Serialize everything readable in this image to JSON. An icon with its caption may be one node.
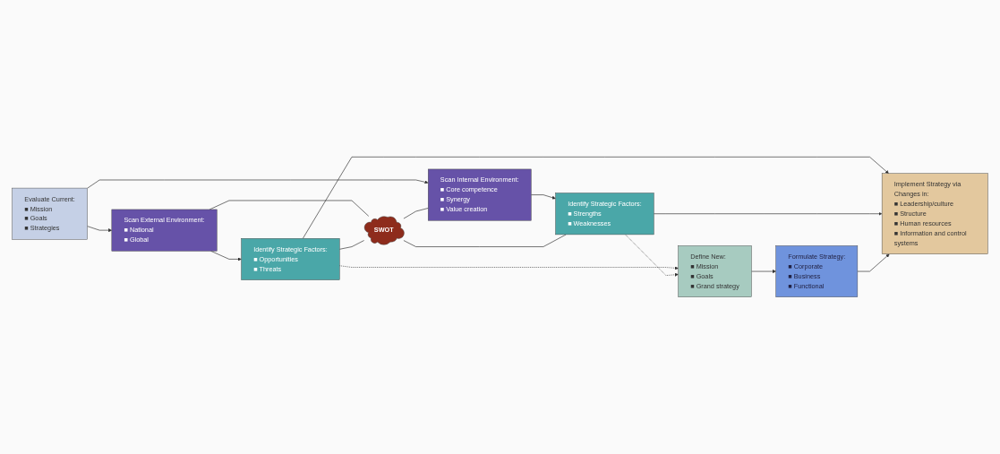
{
  "diagram": {
    "nodes": [
      {
        "text": [
          "Evaluate Current:",
          "■ Mission",
          "■ Goals",
          "■ Strategies"
        ]
      },
      {
        "text": [
          "Scan External Environment:",
          "■ National",
          "■ Global"
        ]
      },
      {
        "text": [
          "Identify Strategic Factors:",
          "■ Opportunities",
          "■ Threats"
        ]
      },
      {
        "text": [
          "SWOT"
        ]
      },
      {
        "text": [
          "Scan Internal Environment:",
          "■ Core competence",
          "■ Synergy",
          "■ Value creation"
        ]
      },
      {
        "text": [
          "Identify Strategic Factors:",
          "■ Strengths",
          "■ Weaknesses"
        ]
      },
      {
        "text": [
          "Define New:",
          "■ Mission",
          "■ Goals",
          "■ Grand strategy"
        ]
      },
      {
        "text": [
          "Formulate Strategy:",
          "■ Corporate",
          "■ Business",
          "■ Functional"
        ]
      },
      {
        "text": [
          "Implement Strategy via Changes in:",
          "■ Leadership/culture",
          "■ Structure",
          "■ Human resources",
          "■ Information and control systems"
        ]
      }
    ],
    "edges": [
      {
        "from": 0,
        "to": 1,
        "arrow": "to"
      },
      {
        "from": 0,
        "to": 4,
        "arrow": "to"
      },
      {
        "from": 1,
        "to": 2,
        "arrow": "to"
      },
      {
        "from": 4,
        "to": 5,
        "arrow": "to"
      },
      {
        "from": 1,
        "to": 3,
        "arrow": "none"
      },
      {
        "from": 2,
        "to": 3,
        "arrow": "none"
      },
      {
        "from": 3,
        "to": 4,
        "arrow": "none"
      },
      {
        "from": 3,
        "to": 5,
        "arrow": "none"
      },
      {
        "from": 2,
        "to": 6,
        "arrow": "to",
        "style": "dashed"
      },
      {
        "from": 5,
        "to": 6,
        "arrow": "to",
        "style": "dashed"
      },
      {
        "from": 2,
        "to": 8,
        "arrow": "to"
      },
      {
        "from": 5,
        "to": 8,
        "arrow": "to"
      },
      {
        "from": 6,
        "to": 7,
        "arrow": "to"
      },
      {
        "from": 7,
        "to": 8,
        "arrow": "to"
      }
    ]
  }
}
